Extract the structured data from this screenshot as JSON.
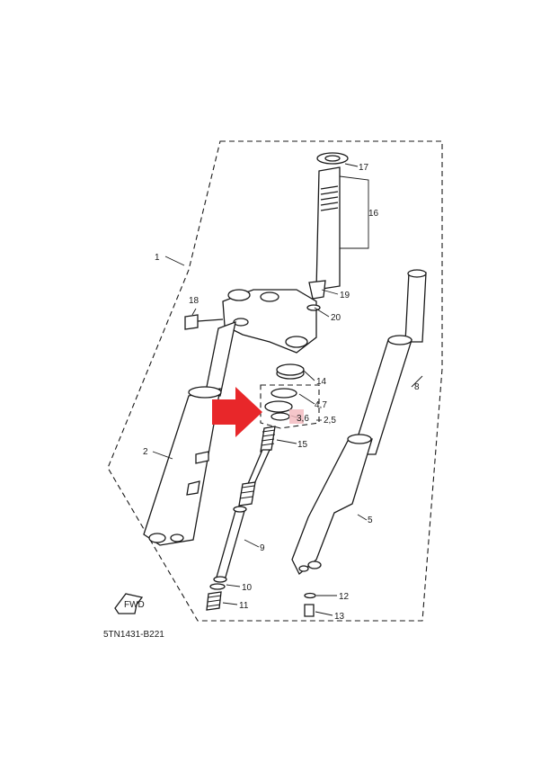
{
  "diagram": {
    "code": "5TN1431-B221",
    "fwd_label": "FWD",
    "callouts": {
      "c1": "1",
      "c2": "2",
      "c3": "3,6",
      "c4": "4,7",
      "c25": "2,5",
      "c5": "5",
      "c8": "8",
      "c9": "9",
      "c10": "10",
      "c11": "11",
      "c12": "12",
      "c13": "13",
      "c14": "14",
      "c15": "15",
      "c16": "16",
      "c17": "17",
      "c18": "18",
      "c19": "19",
      "c20": "20"
    },
    "highlight_color": "#e8272a",
    "marker_color": "#f3b8bd"
  }
}
